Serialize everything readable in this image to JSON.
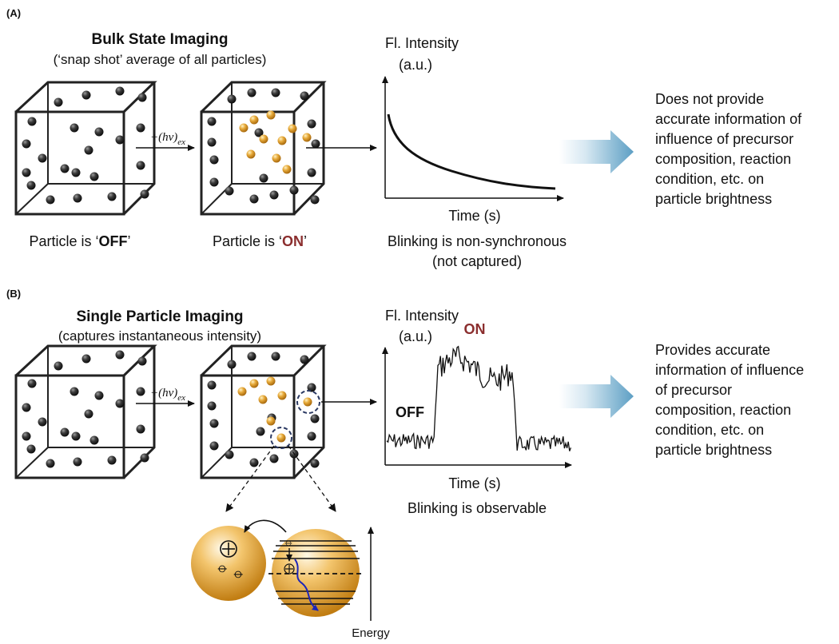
{
  "panel_a": {
    "label": "(A)",
    "title": "Bulk State Imaging",
    "subtitle": "(‘snap shot’ average of all particles)",
    "excitation": {
      "main": "+(hν)",
      "sub": "ex"
    },
    "caption_off": {
      "pre": "Particle is ‘",
      "key": "OFF",
      "post": "’"
    },
    "caption_on": {
      "pre": "Particle is ‘",
      "key": "ON",
      "post": "’"
    },
    "plot_ylabel_1": "Fl. Intensity",
    "plot_ylabel_2": "(a.u.)",
    "plot_xlabel": "Time (s)",
    "plot_caption_1": "Blinking is non-synchronous",
    "plot_caption_2": "(not captured)",
    "conclusion": [
      "Does not provide",
      "accurate information of",
      "influence of precursor",
      "composition, reaction",
      "condition, etc. on",
      "particle brightness"
    ]
  },
  "panel_b": {
    "label": "(B)",
    "title": "Single Particle Imaging",
    "subtitle": "(captures instantaneous intensity)",
    "excitation": {
      "main": "+(hν)",
      "sub": "ex"
    },
    "plot_ylabel_1": "Fl. Intensity",
    "plot_ylabel_2": "(a.u.)",
    "plot_xlabel": "Time (s)",
    "label_on": "ON",
    "label_off": "OFF",
    "plot_caption": "Blinking is observable",
    "conclusion": [
      "Provides accurate",
      "information of influence",
      "of precursor",
      "composition, reaction",
      "condition, etc. on",
      "particle brightness"
    ],
    "energy_label": "Energy"
  },
  "colors": {
    "on_text": "#8b2e2e",
    "arrow_light": "#e6f1f7",
    "arrow_dark": "#5f9fc2",
    "particle_dark": "#2b2b2b",
    "particle_gold": "#e0a431",
    "circle_dashed": "#2c3a63",
    "transition": "#1d25b8"
  }
}
